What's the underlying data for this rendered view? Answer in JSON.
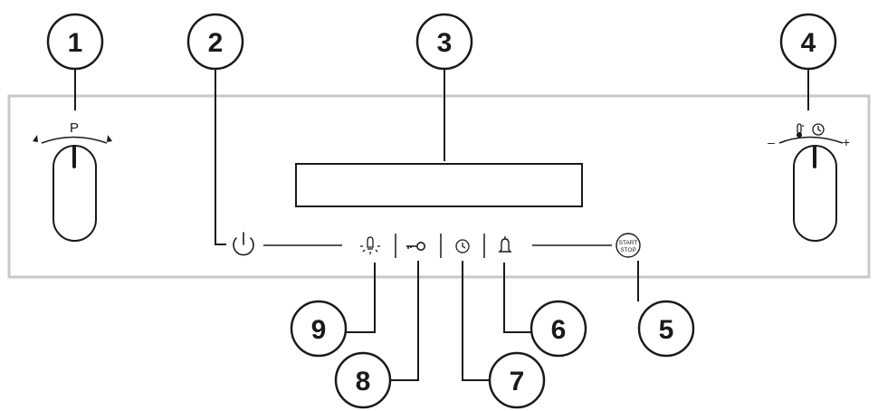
{
  "callouts": [
    {
      "num": "1",
      "label": "program-selector"
    },
    {
      "num": "2",
      "label": "power-button"
    },
    {
      "num": "3",
      "label": "display"
    },
    {
      "num": "4",
      "label": "temperature-time-selector"
    },
    {
      "num": "5",
      "label": "start-stop-button"
    },
    {
      "num": "6",
      "label": "alarm-button"
    },
    {
      "num": "7",
      "label": "timer-button"
    },
    {
      "num": "8",
      "label": "child-lock-button"
    },
    {
      "num": "9",
      "label": "light-button"
    }
  ],
  "left_knob": {
    "label": "P"
  },
  "right_knob": {
    "minus": "–",
    "plus": "+"
  },
  "start_stop": {
    "line1": "START",
    "line2": "STOP"
  },
  "colors": {
    "panel_border": "#c8c8c8",
    "stroke": "#1a1a1a",
    "background": "#ffffff"
  },
  "icons": [
    "power-icon",
    "light-bulb-icon",
    "key-icon",
    "clock-icon",
    "bell-icon",
    "thermometer-icon"
  ]
}
